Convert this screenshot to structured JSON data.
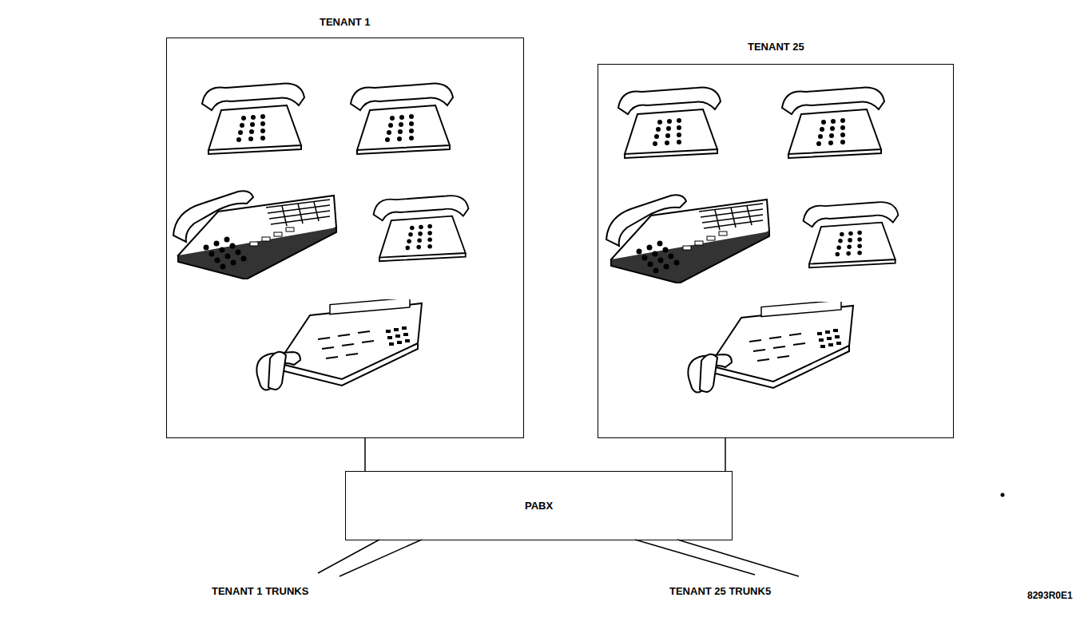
{
  "diagram": {
    "nodes": [
      {
        "text": [
          "TENANT 1"
        ]
      },
      {
        "text": [
          "TENANT 25"
        ]
      },
      {
        "text": [
          "PABX"
        ]
      }
    ],
    "edges": [
      {
        "from": 0,
        "to": 2,
        "arrow": "none"
      },
      {
        "from": 1,
        "to": 2,
        "arrow": "none"
      }
    ],
    "labels": [
      "TENANT 1 TRUNKS",
      "TENANT 25 TRUNK5",
      "8293R0E1"
    ]
  }
}
